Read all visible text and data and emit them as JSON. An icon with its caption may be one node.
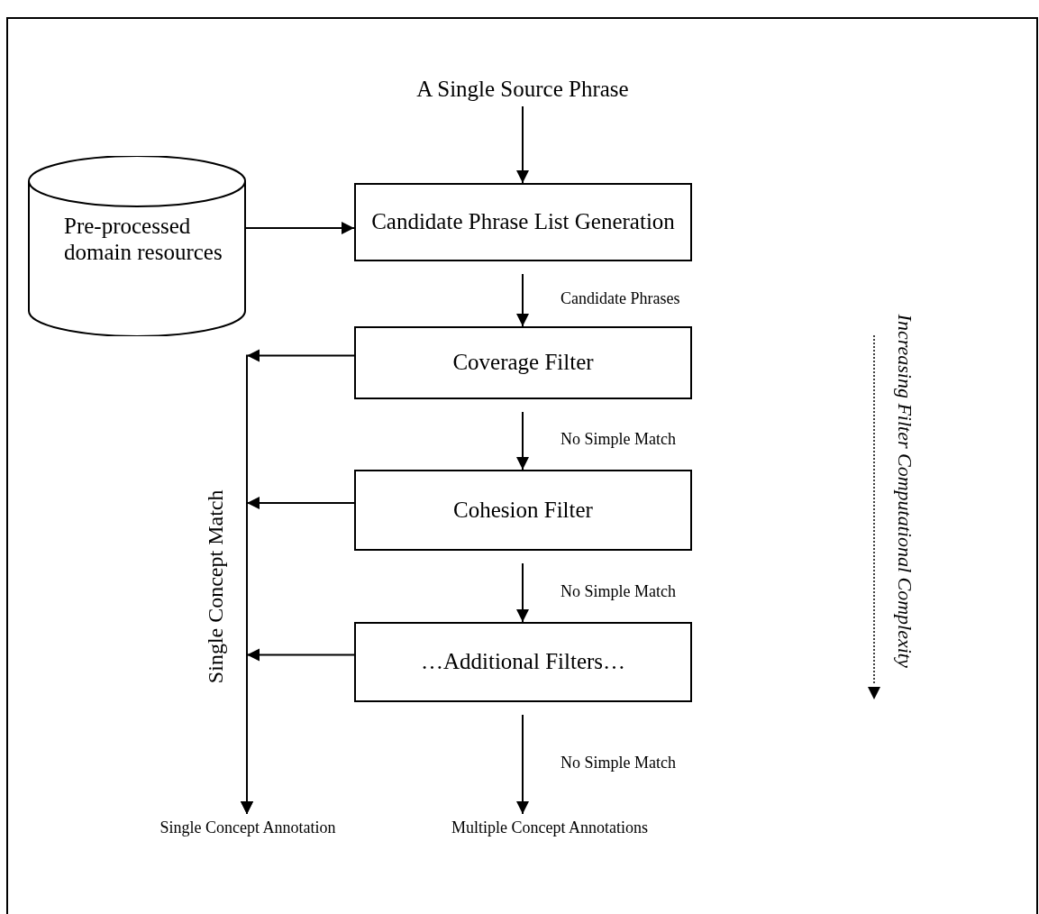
{
  "diagram": {
    "nodes": [
      {
        "text": [
          "A Single Source Phrase"
        ]
      },
      {
        "text": [
          "Pre-processed domain resources"
        ]
      },
      {
        "text": [
          "Candidate Phrase List Generation"
        ]
      },
      {
        "text": [
          "Coverage Filter"
        ]
      },
      {
        "text": [
          "Cohesion Filter"
        ]
      },
      {
        "text": [
          "…Additional Filters…"
        ]
      },
      {
        "text": [
          "Single Concept Annotation"
        ]
      },
      {
        "text": [
          "Multiple Concept Annotations"
        ]
      }
    ],
    "edges": [
      {
        "from": 0,
        "to": 2,
        "arrow": "to"
      },
      {
        "from": 1,
        "to": 2,
        "arrow": "to"
      },
      {
        "from": 2,
        "to": 3,
        "arrow": "to",
        "label": "Candidate Phrases"
      },
      {
        "from": 3,
        "to": 4,
        "arrow": "to",
        "label": "No Simple Match"
      },
      {
        "from": 4,
        "to": 5,
        "arrow": "to",
        "label": "No Simple Match"
      },
      {
        "from": 5,
        "to": 7,
        "arrow": "to",
        "label": "No Simple Match"
      },
      {
        "from": 3,
        "to": 6,
        "arrow": "to"
      },
      {
        "from": 4,
        "to": 6,
        "arrow": "to"
      },
      {
        "from": 5,
        "to": 6,
        "arrow": "to"
      }
    ],
    "labels": [
      "Increasing Filter Computational Complexity",
      "Single Concept Match"
    ]
  }
}
